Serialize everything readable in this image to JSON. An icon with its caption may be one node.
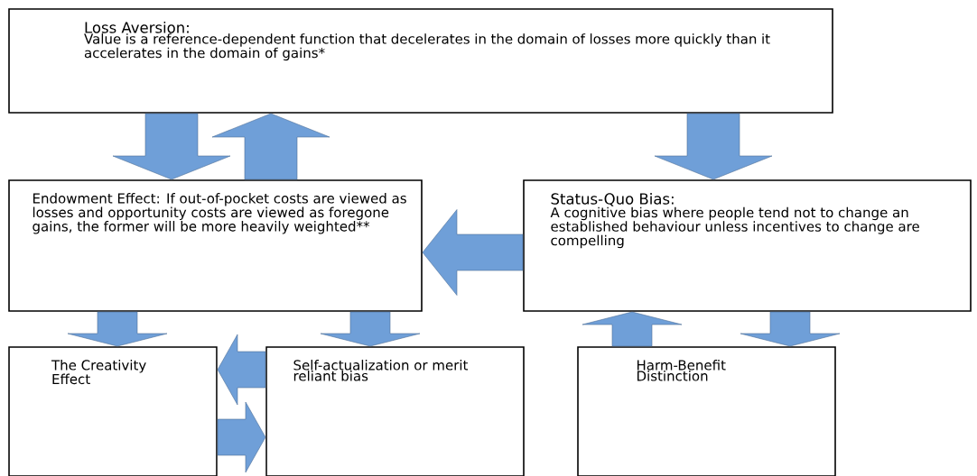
{
  "diagram": {
    "nodes": [
      {
        "text": [
          "Loss Aversion:",
          "Value is a reference-dependent function that decelerates in the domain of losses more quickly than it accelerates in the domain of gains*"
        ]
      },
      {
        "text": [
          "Endowment Effect: If out-of-pocket costs are viewed as losses and opportunity costs are viewed as foregone gains, the former will be more heavily weighted**"
        ]
      },
      {
        "text": [
          "Status-Quo Bias:",
          "A cognitive bias where people tend not to change an established behaviour unless incentives to change are compelling"
        ]
      },
      {
        "text": [
          "The Creativity Effect"
        ]
      },
      {
        "text": [
          "Self-actualization or merit reliant bias"
        ]
      },
      {
        "text": [
          "Harm-Benefit Distinction"
        ]
      }
    ],
    "edges": [
      {
        "from": 0,
        "to": 1,
        "arrow": "to"
      },
      {
        "from": 1,
        "to": 0,
        "arrow": "to"
      },
      {
        "from": 0,
        "to": 2,
        "arrow": "to"
      },
      {
        "from": 2,
        "to": 1,
        "arrow": "to"
      },
      {
        "from": 1,
        "to": 3,
        "arrow": "to"
      },
      {
        "from": 1,
        "to": 4,
        "arrow": "to"
      },
      {
        "from": 4,
        "to": 3,
        "arrow": "to"
      },
      {
        "from": 3,
        "to": 4,
        "arrow": "to"
      },
      {
        "from": 5,
        "to": 2,
        "arrow": "to"
      },
      {
        "from": 2,
        "to": 5,
        "arrow": "to"
      }
    ]
  }
}
